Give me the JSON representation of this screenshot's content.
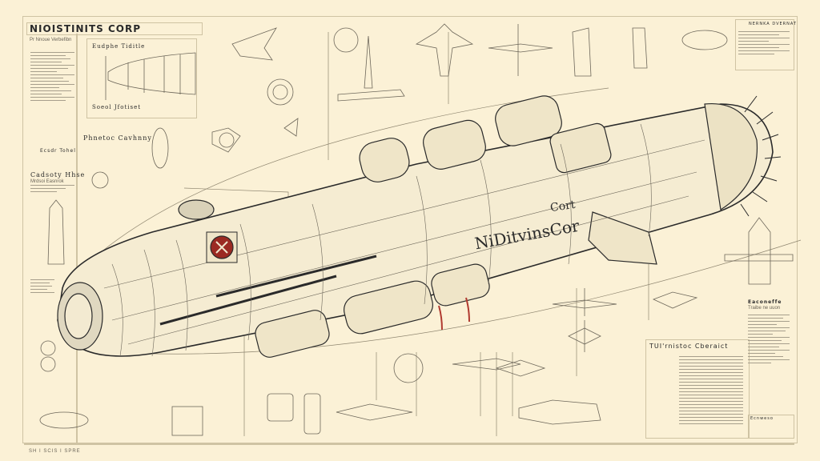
{
  "title_block": {
    "title": "NIOISTINITS CORP",
    "subtitle": "Pr Nnoue Verbefibn",
    "inset_title": "Eudphe Tiditle",
    "inset_caption": "Soeol Jfotiset"
  },
  "left_column": {
    "section_1": "Ecsdr Tohel",
    "section_2": "Cadsoty Hhse",
    "section_2_sub": "Mrdsoi Easnrok",
    "section_3": "Phnetoc Cavhnny"
  },
  "hull": {
    "label_small": "Cort",
    "label_large": "NiDitvinsCor"
  },
  "right_panel": {
    "spec_box_title": "NERNKA DVERNAT",
    "notes_title": "Eaconeffe",
    "notes_sub": "Traibe ne uuon",
    "chart_title": "TUI'rnistoc Cberaict",
    "sign_box_title": "Ecnweso"
  },
  "footer": {
    "caption": "SH I SCIS I SPRE"
  },
  "colors": {
    "paper": "#fbf1d6",
    "ink": "#2a2a2a",
    "line": "#8f8670",
    "frame": "#cfc3a3",
    "accent_red": "#9b2a22"
  }
}
